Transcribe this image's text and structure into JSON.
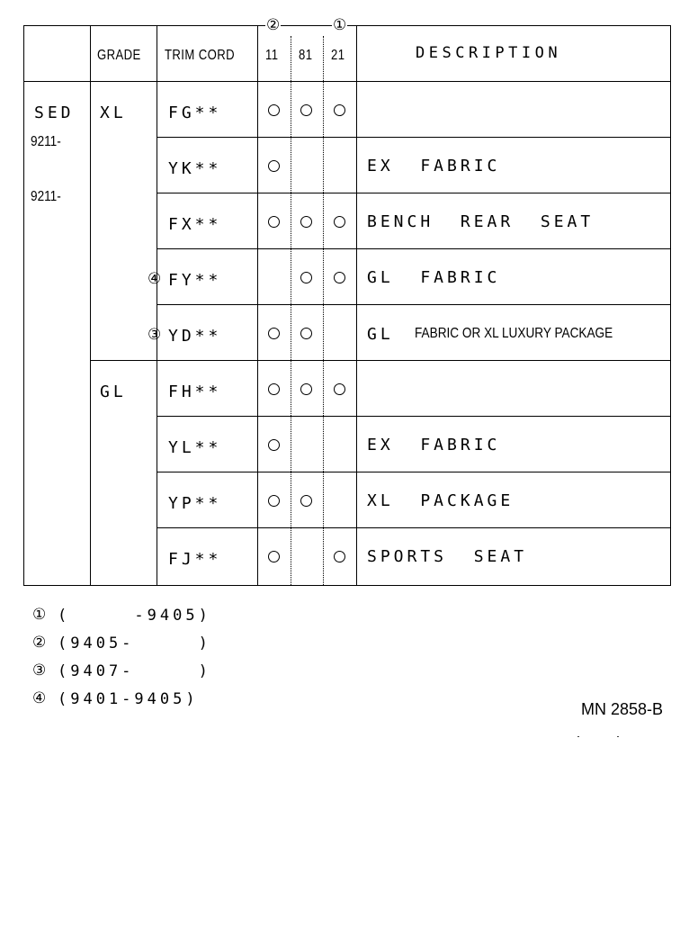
{
  "header": {
    "grade": "GRADE",
    "trim_cord": "TRIM CORD",
    "col_codes": [
      "11",
      "81",
      "21"
    ],
    "col_notes": [
      "②",
      "",
      "①"
    ],
    "description": "DESCRIPTION"
  },
  "body_type": {
    "label": "SED",
    "dates": [
      "9211-",
      "9211-"
    ]
  },
  "grades": [
    "XL",
    "GL"
  ],
  "rows": [
    {
      "note": "",
      "code": "FG**",
      "marks": [
        true,
        true,
        true
      ],
      "desc": ""
    },
    {
      "note": "",
      "code": "YK**",
      "marks": [
        true,
        false,
        false
      ],
      "desc": "EX  FABRIC"
    },
    {
      "note": "",
      "code": "FX**",
      "marks": [
        true,
        true,
        true
      ],
      "desc": "BENCH  REAR  SEAT"
    },
    {
      "note": "④",
      "code": "FY**",
      "marks": [
        false,
        true,
        true
      ],
      "desc": "GL  FABRIC"
    },
    {
      "note": "③",
      "code": "YD**",
      "marks": [
        true,
        true,
        false
      ],
      "desc_prefix": "GL",
      "desc": "FABRIC OR XL LUXURY PACKAGE"
    },
    {
      "note": "",
      "code": "FH**",
      "marks": [
        true,
        true,
        true
      ],
      "desc": ""
    },
    {
      "note": "",
      "code": "YL**",
      "marks": [
        true,
        false,
        false
      ],
      "desc": "EX  FABRIC"
    },
    {
      "note": "",
      "code": "YP**",
      "marks": [
        true,
        true,
        false
      ],
      "desc": "XL  PACKAGE"
    },
    {
      "note": "",
      "code": "FJ**",
      "marks": [
        true,
        false,
        true
      ],
      "desc": "SPORTS  SEAT"
    }
  ],
  "footnotes": [
    {
      "num": "①",
      "text": "(     -9405)"
    },
    {
      "num": "②",
      "text": "(9405-     )"
    },
    {
      "num": "③",
      "text": "(9407-     )"
    },
    {
      "num": "④",
      "text": "(9401-9405)"
    }
  ],
  "reference": "MN 2858-B"
}
